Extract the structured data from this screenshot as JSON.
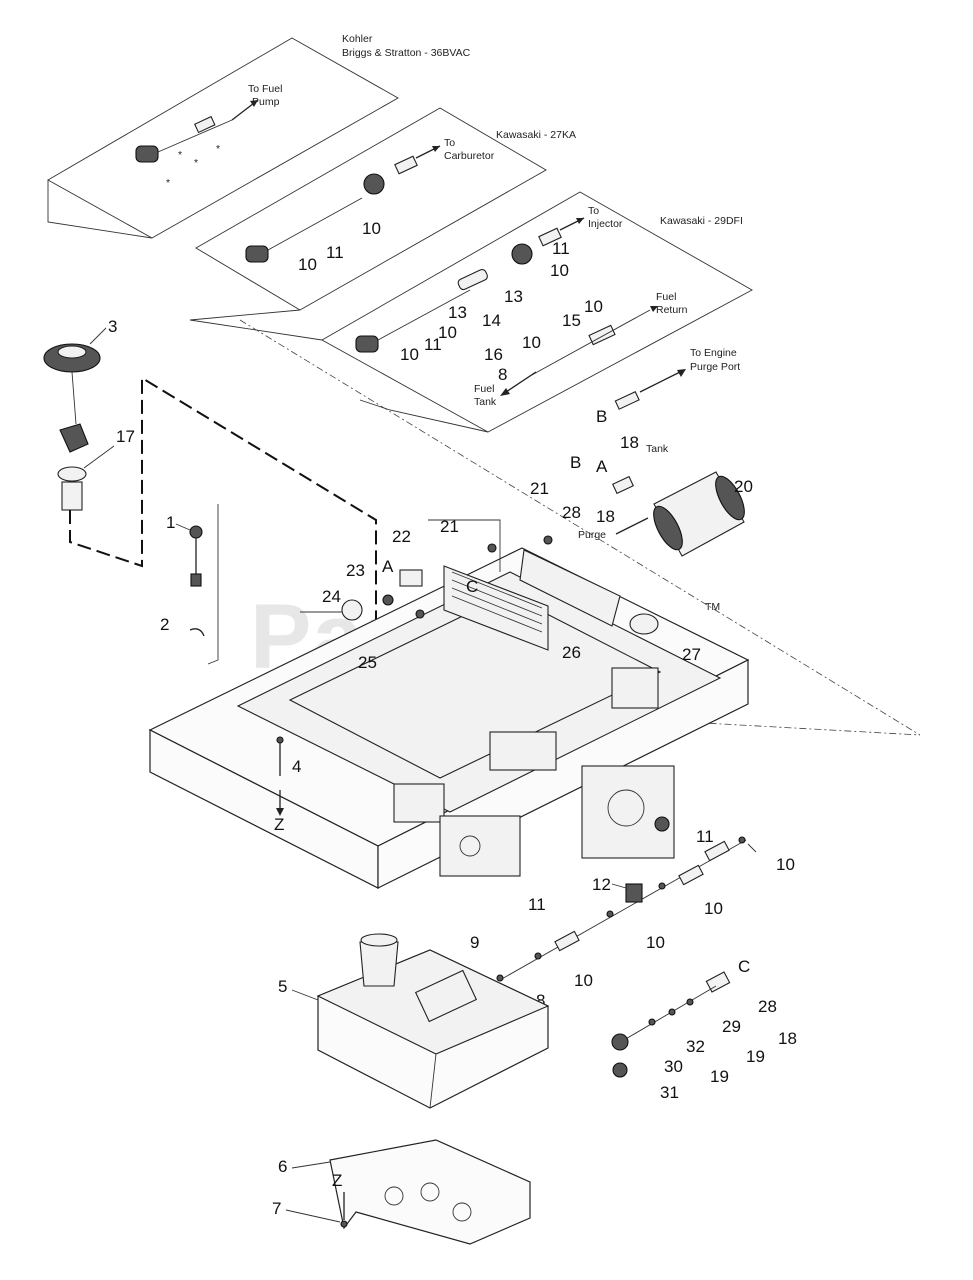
{
  "watermark": {
    "text": "PartsTree",
    "tm": "TM"
  },
  "engine_boxes": {
    "kohler_briggs": {
      "line1": "Kohler",
      "line2": "Briggs & Stratton - 36BVAC"
    },
    "kawasaki_27": {
      "title": "Kawasaki - 27KA"
    },
    "kawasaki_29": {
      "title": "Kawasaki - 29DFI"
    }
  },
  "annotations": {
    "to_fuel_pump_1": "To Fuel",
    "to_fuel_pump_2": "Pump",
    "to_carb_1": "To",
    "to_carb_2": "Carburetor",
    "to_injector_1": "To",
    "to_injector_2": "Injector",
    "fuel_return_1": "Fuel",
    "fuel_return_2": "Return",
    "fuel_tank_1": "Fuel",
    "fuel_tank_2": "Tank",
    "to_engine_1": "To Engine",
    "to_engine_2": "Purge Port",
    "tank": "Tank",
    "purge": "Purge",
    "asterisk": "*"
  },
  "letters": {
    "A": "A",
    "B": "B",
    "C": "C",
    "Z": "Z"
  },
  "callouts": {
    "c1": "1",
    "c2": "2",
    "c3": "3",
    "c4": "4",
    "c5": "5",
    "c6": "6",
    "c7": "7",
    "c8": "8",
    "c9": "9",
    "c10": "10",
    "c11": "11",
    "c12": "12",
    "c13": "13",
    "c14": "14",
    "c15": "15",
    "c16": "16",
    "c17": "17",
    "c18": "18",
    "c19": "19",
    "c20": "20",
    "c21": "21",
    "c22": "22",
    "c23": "23",
    "c24": "24",
    "c25": "25",
    "c26": "26",
    "c27": "27",
    "c28": "28",
    "c29": "29",
    "c30": "30",
    "c31": "31",
    "c32": "32"
  }
}
